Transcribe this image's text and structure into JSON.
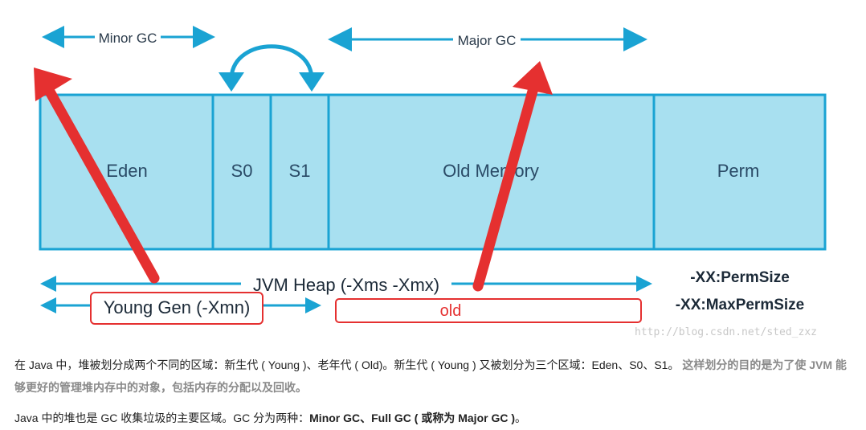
{
  "diagram": {
    "segments": [
      {
        "key": "eden",
        "label": "Eden"
      },
      {
        "key": "s0",
        "label": "S0"
      },
      {
        "key": "s1",
        "label": "S1"
      },
      {
        "key": "old",
        "label": "Old Memory"
      },
      {
        "key": "perm",
        "label": "Perm"
      }
    ],
    "minor_gc_label": "Minor GC",
    "major_gc_label": "Major GC",
    "heap_label": "JVM Heap (-Xms -Xmx)",
    "young_label": "Young Gen (-Xmn)",
    "old_label": "old",
    "perm_size_label": "-XX:PermSize",
    "max_perm_size_label": "-XX:MaxPermSize",
    "watermark": "http://blog.csdn.net/sted_zxz",
    "colors": {
      "segment_fill": "#a8e0f0",
      "segment_border": "#1aa3d3",
      "arrow_blue": "#1aa3d3",
      "annotation_red": "#e53030"
    }
  },
  "text": {
    "para1_main": "在 Java 中，堆被划分成两个不同的区域：新生代 ( Young )、老年代 ( Old)。新生代 ( Young ) 又被划分为三个区域：Eden、S0、S1。",
    "para1_gray": "这样划分的目的是为了使 JVM 能够更好的管理堆内存中的对象，包括内存的分配以及回收。",
    "para2_main": "Java 中的堆也是 GC 收集垃圾的主要区域。GC 分为两种：",
    "para2_bold": "Minor GC、Full GC ( 或称为 Major GC )",
    "para2_end": "。"
  }
}
